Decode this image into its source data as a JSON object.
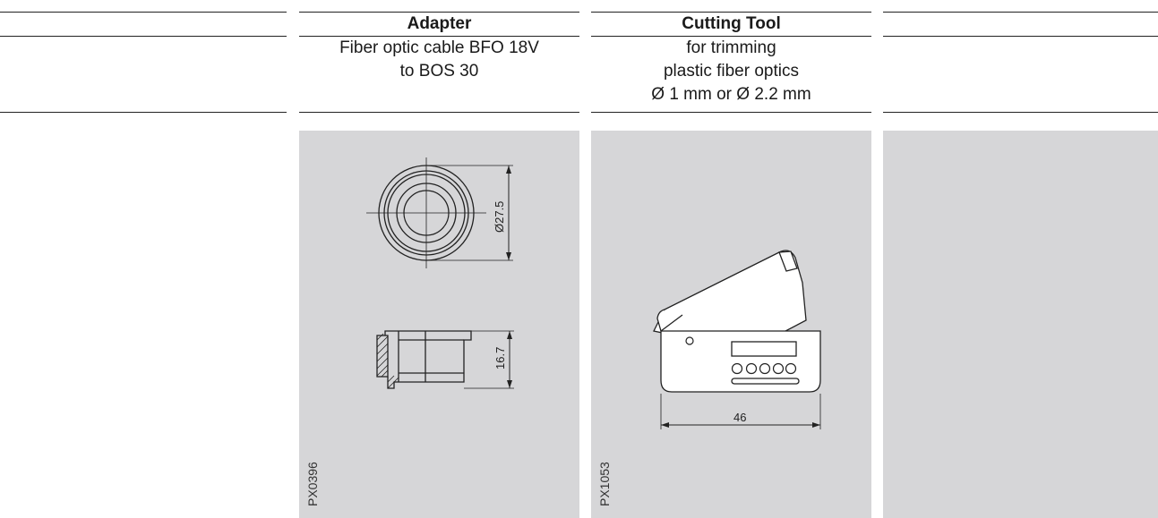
{
  "columns": [
    {
      "header": "Adapter",
      "description": [
        "Fiber optic cable BFO 18V",
        "to BOS 30"
      ],
      "drawing_code": "PX0396",
      "dimensions": {
        "diameter": "Ø27.5",
        "height": "16.7"
      }
    },
    {
      "header": "Cutting Tool",
      "description": [
        "for trimming",
        "plastic fiber optics",
        "Ø 1 mm or Ø 2.2 mm"
      ],
      "drawing_code": "PX1053",
      "dimensions": {
        "width": "46"
      }
    }
  ],
  "colors": {
    "panel": "#d6d6d8",
    "rule": "#222222"
  }
}
